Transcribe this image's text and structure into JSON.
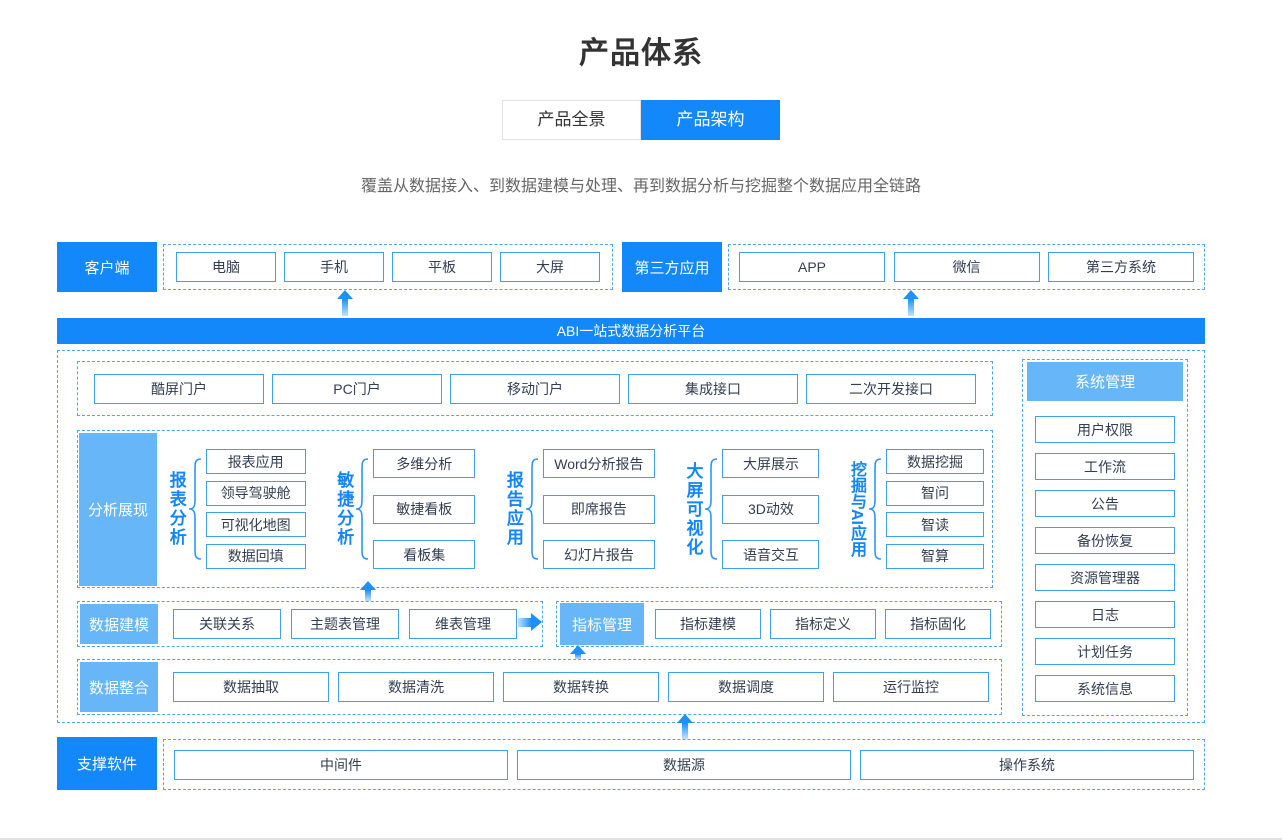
{
  "page": {
    "title": "产品体系",
    "subtitle": "覆盖从数据接入、到数据建模与处理、再到数据分析与挖掘整个数据应用全链路",
    "tabs": [
      {
        "label": "产品全景",
        "active": false
      },
      {
        "label": "产品架构",
        "active": true
      }
    ]
  },
  "colors": {
    "primary": "#1388fb",
    "light_blue": "#66b6f8",
    "box_border": "#3f9ef8",
    "dashed_border": "#4fa5f8",
    "text_dark": "#333333",
    "text_muted": "#666666"
  },
  "client_row": {
    "label": "客户端",
    "items": [
      "电脑",
      "手机",
      "平板",
      "大屏"
    ]
  },
  "third_party_row": {
    "label": "第三方应用",
    "items": [
      "APP",
      "微信",
      "第三方系统"
    ]
  },
  "platform_banner": "ABI一站式数据分析平台",
  "portal_row": {
    "items": [
      "酷屏门户",
      "PC门户",
      "移动门户",
      "集成接口",
      "二次开发接口"
    ]
  },
  "analysis_section": {
    "label": "分析展现",
    "groups": [
      {
        "name": "报表分析",
        "items": [
          "报表应用",
          "领导驾驶舱",
          "可视化地图",
          "数据回填"
        ]
      },
      {
        "name": "敏捷分析",
        "items": [
          "多维分析",
          "敏捷看板",
          "看板集"
        ]
      },
      {
        "name": "报告应用",
        "items": [
          "Word分析报告",
          "即席报告",
          "幻灯片报告"
        ]
      },
      {
        "name": "大屏可视化",
        "items": [
          "大屏展示",
          "3D动效",
          "语音交互"
        ]
      },
      {
        "name": "挖掘与AI应用",
        "items": [
          "数据挖掘",
          "智问",
          "智读",
          "智算"
        ]
      }
    ]
  },
  "modeling_row": {
    "label": "数据建模",
    "items": [
      "关联关系",
      "主题表管理",
      "维表管理"
    ]
  },
  "indicator_row": {
    "label": "指标管理",
    "items": [
      "指标建模",
      "指标定义",
      "指标固化"
    ]
  },
  "integration_row": {
    "label": "数据整合",
    "items": [
      "数据抽取",
      "数据清洗",
      "数据转换",
      "数据调度",
      "运行监控"
    ]
  },
  "system_panel": {
    "label": "系统管理",
    "items": [
      "用户权限",
      "工作流",
      "公告",
      "备份恢复",
      "资源管理器",
      "日志",
      "计划任务",
      "系统信息"
    ]
  },
  "support_row": {
    "label": "支撑软件",
    "items": [
      "中间件",
      "数据源",
      "操作系统"
    ]
  }
}
